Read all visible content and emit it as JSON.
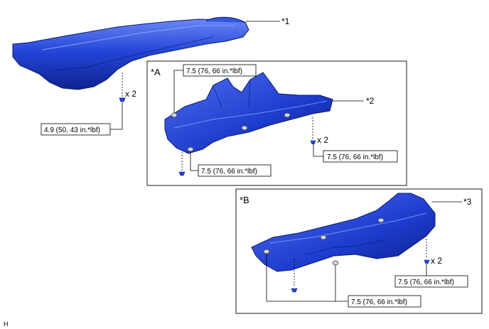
{
  "callouts": {
    "part1": "*1",
    "part2": "*2",
    "part3": "*3",
    "frame_a": "*A",
    "frame_b": "*B"
  },
  "torques": {
    "t_heat_insulator": "4.9 (50, 43 in.*lbf)",
    "t_a_top": "7.5 (76, 66 in.*lbf)",
    "t_a_right": "7.5 (76, 66 in.*lbf)",
    "t_a_bottom": "7.5 (76, 66 in.*lbf)",
    "t_b_right": "7.5 (76, 66 in.*lbf)",
    "t_b_bottom": "7.5 (76, 66 in.*lbf)"
  },
  "quantities": {
    "q1": "x 2",
    "q2": "x 2",
    "q3": "x 2"
  },
  "footer_code": "H",
  "colors": {
    "part_blue": "#1f3fd1",
    "part_dark": "#0c1f8a",
    "part_light": "#5f7cf2",
    "line": "#000000"
  }
}
